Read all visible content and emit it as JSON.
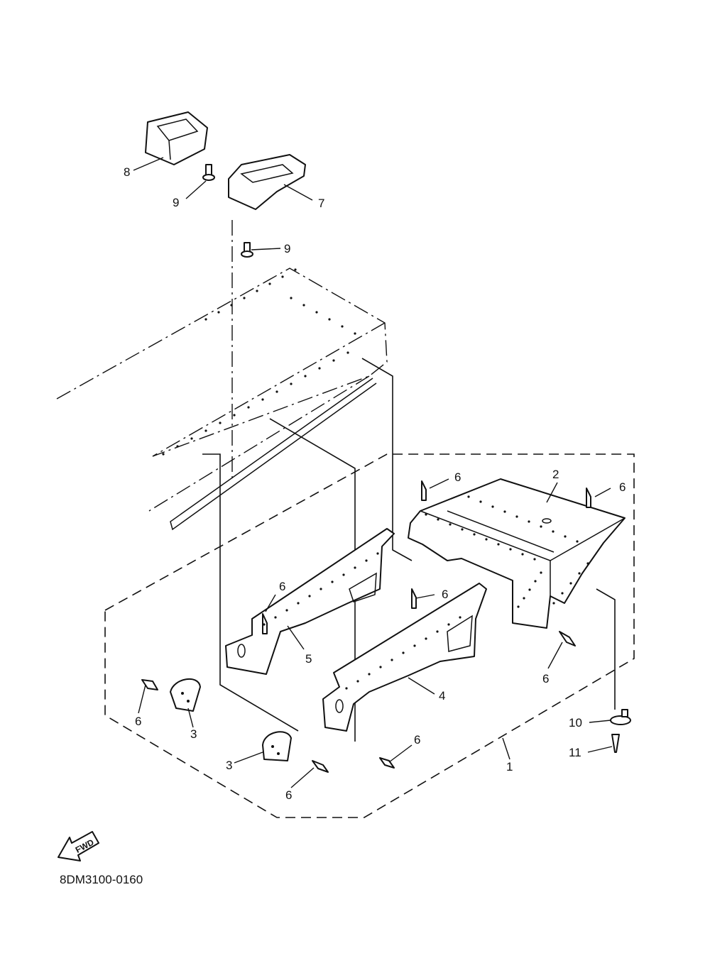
{
  "diagram": {
    "drawing_code": "8DM3100-0160",
    "direction_label": "FWD",
    "callouts": [
      "1",
      "2",
      "3",
      "3",
      "4",
      "5",
      "6",
      "6",
      "6",
      "6",
      "6",
      "6",
      "6",
      "6",
      "7",
      "8",
      "9",
      "9",
      "10",
      "11"
    ]
  }
}
